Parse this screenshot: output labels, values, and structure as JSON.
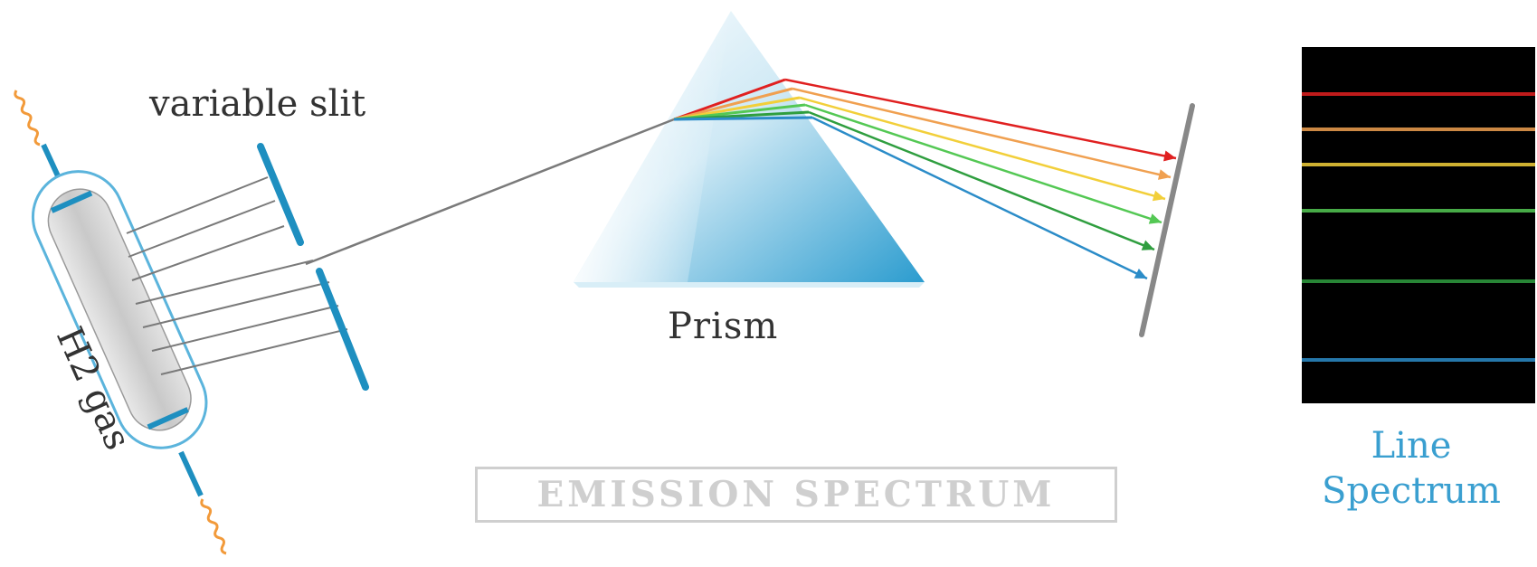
{
  "labels": {
    "variable_slit": "variable slit",
    "prism": "Prism",
    "gas": "H2 gas",
    "title": "EMISSION SPECTRUM",
    "line_spectrum_1": "Line",
    "line_spectrum_2": "Spectrum"
  },
  "colors": {
    "slit": "#1e8fc0",
    "coil": "#f29a3a",
    "electrode": "#1e8fc0",
    "tube_outline": "#5bb4dc",
    "incident_ray": "#7a7a7a",
    "screen": "#888888",
    "spectrum_background": "#000000",
    "label_accent": "#3a9fd0",
    "title_gray": "#cfcfcf"
  },
  "spectral_lines": [
    {
      "name": "red",
      "color": "#e02020"
    },
    {
      "name": "orange",
      "color": "#f0a050"
    },
    {
      "name": "yellow",
      "color": "#f2cf3a"
    },
    {
      "name": "light-green",
      "color": "#54c854"
    },
    {
      "name": "green",
      "color": "#2f9e3f"
    },
    {
      "name": "blue",
      "color": "#2b8cc8"
    }
  ]
}
